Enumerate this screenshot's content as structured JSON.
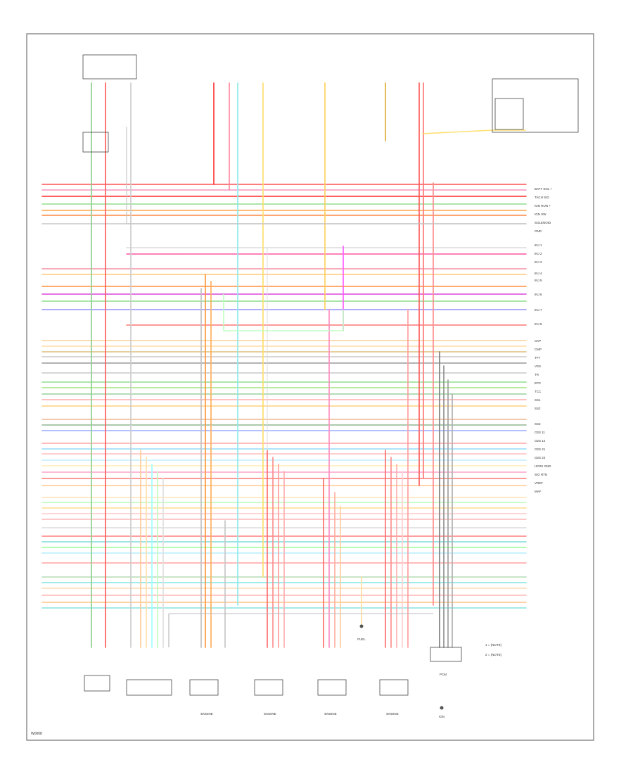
{
  "diagram": {
    "footer_code": "W0008",
    "connector_labels": [
      "BATT SOL +",
      "TACH SIG",
      "IGN RUN +",
      "IGN SW",
      "SOLENOID",
      "GND",
      "INJ 1",
      "INJ 2",
      "INJ 3",
      "INJ 4",
      "INJ 5",
      "INJ 6",
      "INJ 7",
      "INJ 8",
      "CKP",
      "CMP",
      "TFT",
      "VSS",
      "TR",
      "EPC",
      "TCC",
      "SS1",
      "SS2",
      "SS3",
      "O2S 11",
      "O2S 12",
      "O2S 21",
      "O2S 22",
      "HO2S GND",
      "SIG RTN",
      "VREF",
      "MAF"
    ],
    "note_labels": [
      "1 = (NOTE)",
      "2 = (NOTE)"
    ],
    "component_labels": [
      "ENGINE",
      "ENGINE",
      "ENGINE",
      "ENGINE",
      "FUEL",
      "PCM",
      "IGN"
    ]
  }
}
